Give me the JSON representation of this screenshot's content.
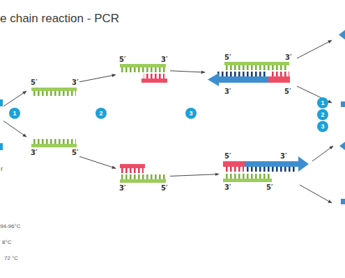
{
  "diagram": {
    "title": "e chain reaction - PCR",
    "nodes": [
      {
        "text": [
          "5′",
          "3′"
        ]
      },
      {
        "text": [
          "3′",
          "5′"
        ]
      },
      {
        "text": [
          "5′",
          "3′"
        ]
      },
      {
        "text": [
          "3′",
          "5′"
        ]
      },
      {
        "text": [
          "5′",
          "3′",
          "3′",
          "5′"
        ]
      },
      {
        "text": [
          "5′",
          "3′",
          "3′",
          "5′"
        ]
      }
    ],
    "edges": [
      {
        "from": 0,
        "to": 2,
        "arrow": "to"
      },
      {
        "from": 1,
        "to": 3,
        "arrow": "to"
      },
      {
        "from": 2,
        "to": 4,
        "arrow": "to"
      },
      {
        "from": 3,
        "to": 5,
        "arrow": "to"
      }
    ],
    "labels": [
      "1",
      "2",
      "3",
      "1",
      "2",
      "3",
      "r",
      "94-96°C",
      "8°C",
      "72 °C"
    ]
  }
}
